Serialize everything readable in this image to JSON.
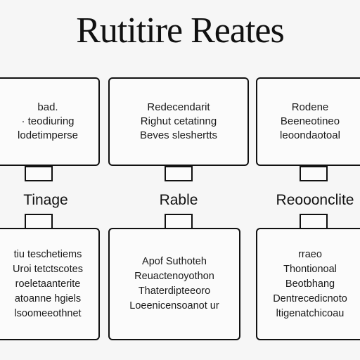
{
  "title": "Rutitire Reates",
  "columns": [
    {
      "label": "Tinage",
      "top_box": {
        "lines": [
          "bad.",
          "· teodiuring",
          "lodetimperse"
        ]
      },
      "bottom_box": {
        "lines": [
          "tiu teschetiems",
          "Uroi tetctscotes",
          "roeletaanterite",
          "atoanne hgiels",
          "lsoomeeothnet"
        ]
      }
    },
    {
      "label": "Rable",
      "top_box": {
        "lines": [
          "Redecendarit",
          "Righut cetatinng",
          "Beves sleshertts"
        ]
      },
      "bottom_box": {
        "lines": [
          "Apof Suthoteh",
          "Reuactenoyothon",
          "Thaterdipteeoro",
          "Loeenicensoanot ur"
        ]
      }
    },
    {
      "label": "Reooonclite",
      "top_box": {
        "lines": [
          "Rodene",
          "Beeneotineo",
          "leoondaotoal"
        ]
      },
      "bottom_box": {
        "lines": [
          "rraeo",
          "Thontionoal",
          "Beotbhang",
          "Dentrecedicnoto",
          "ltigenatchicoau"
        ]
      }
    }
  ]
}
